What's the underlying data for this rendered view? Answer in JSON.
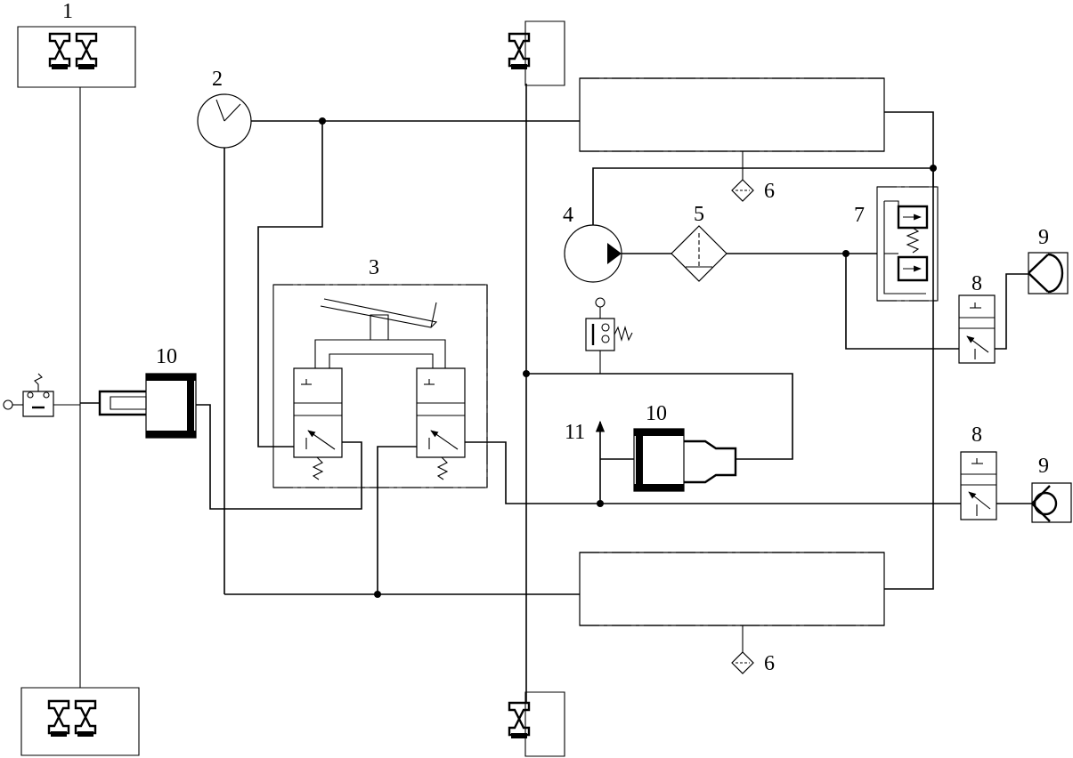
{
  "labels": {
    "brake_group": "1",
    "gauge": "2",
    "brake_valve": "3",
    "compressor": "4",
    "filter": "5",
    "drain_top": "6",
    "drain_bottom": "6",
    "pressure_regulator": "7",
    "quick_release_top": "8",
    "quick_release_bottom": "8",
    "coupling_top": "9",
    "coupling_bottom": "9",
    "chamber_left": "10",
    "chamber_right": "10",
    "arrow_11": "11"
  }
}
